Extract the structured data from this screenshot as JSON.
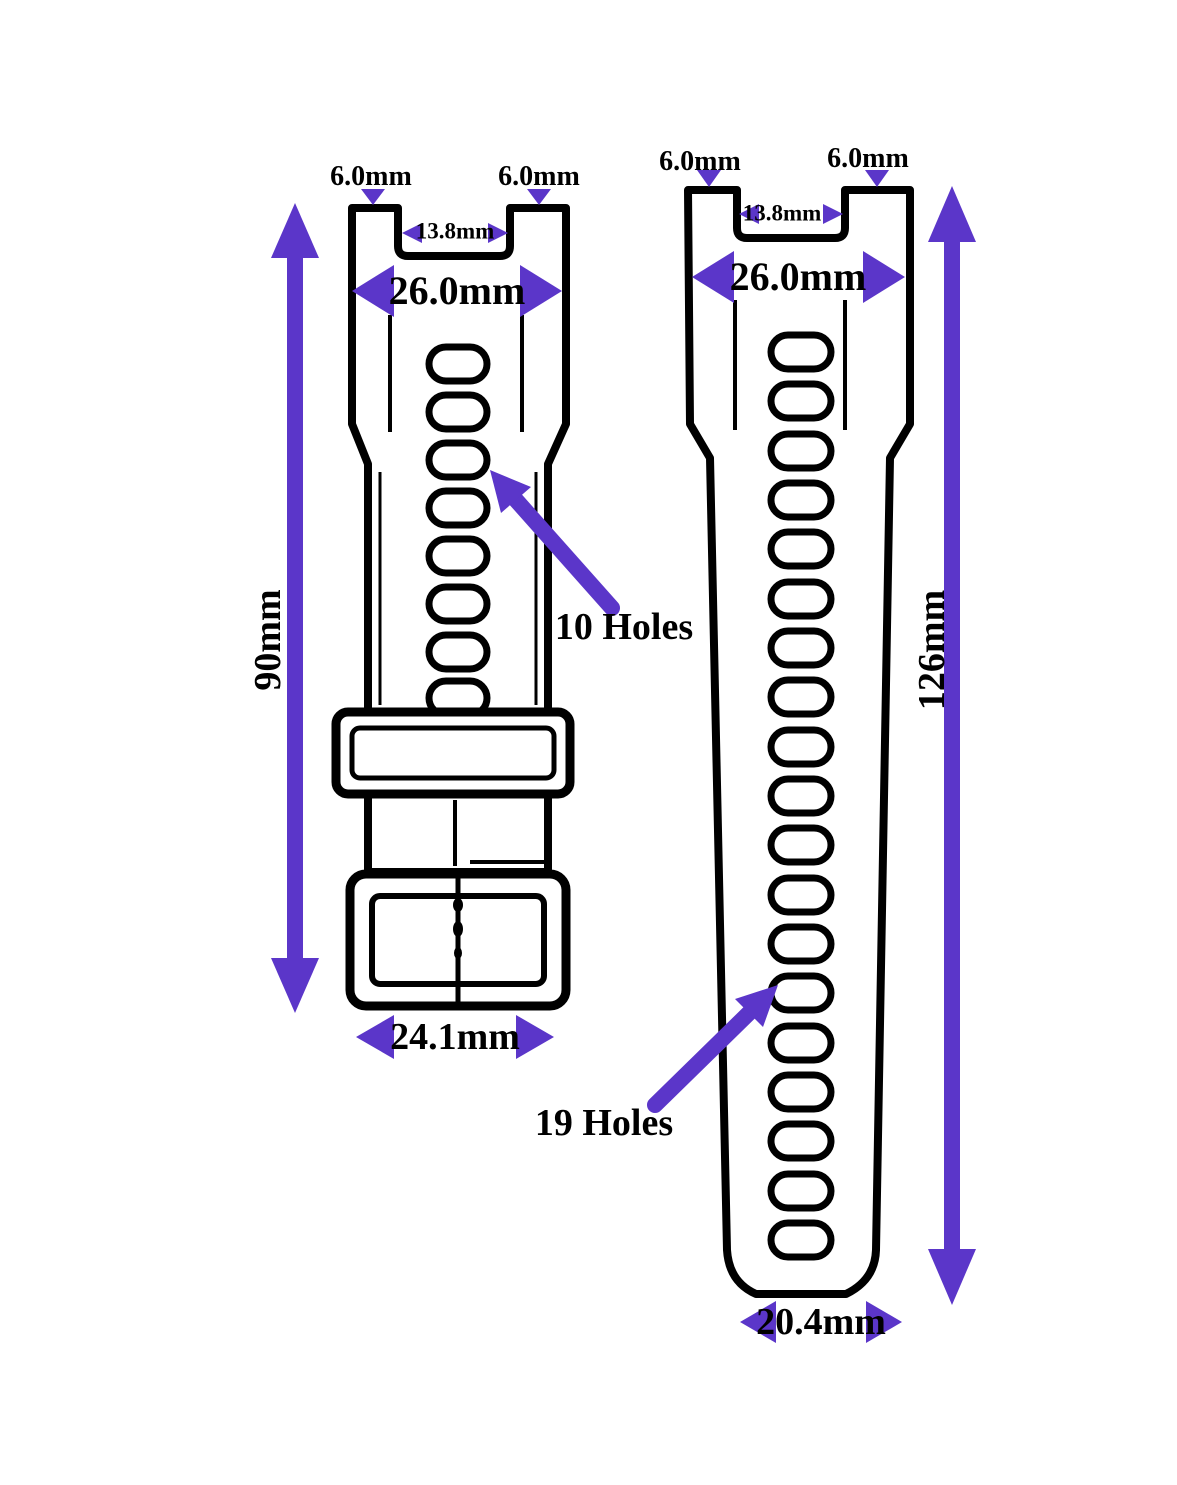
{
  "colors": {
    "accent": "#5B36C9",
    "line": "#000000"
  },
  "short_strap": {
    "lug_width_left": "6.0mm",
    "lug_width_right": "6.0mm",
    "gap_width": "13.8mm",
    "strap_width": "26.0mm",
    "length": "90mm",
    "holes_label": "10 Holes",
    "end_width": "24.1mm"
  },
  "long_strap": {
    "lug_width_left": "6.0mm",
    "lug_width_right": "6.0mm",
    "gap_width": "13.8mm",
    "strap_width": "26.0mm",
    "length": "126mm",
    "holes_label": "19 Holes",
    "end_width": "20.4mm"
  }
}
